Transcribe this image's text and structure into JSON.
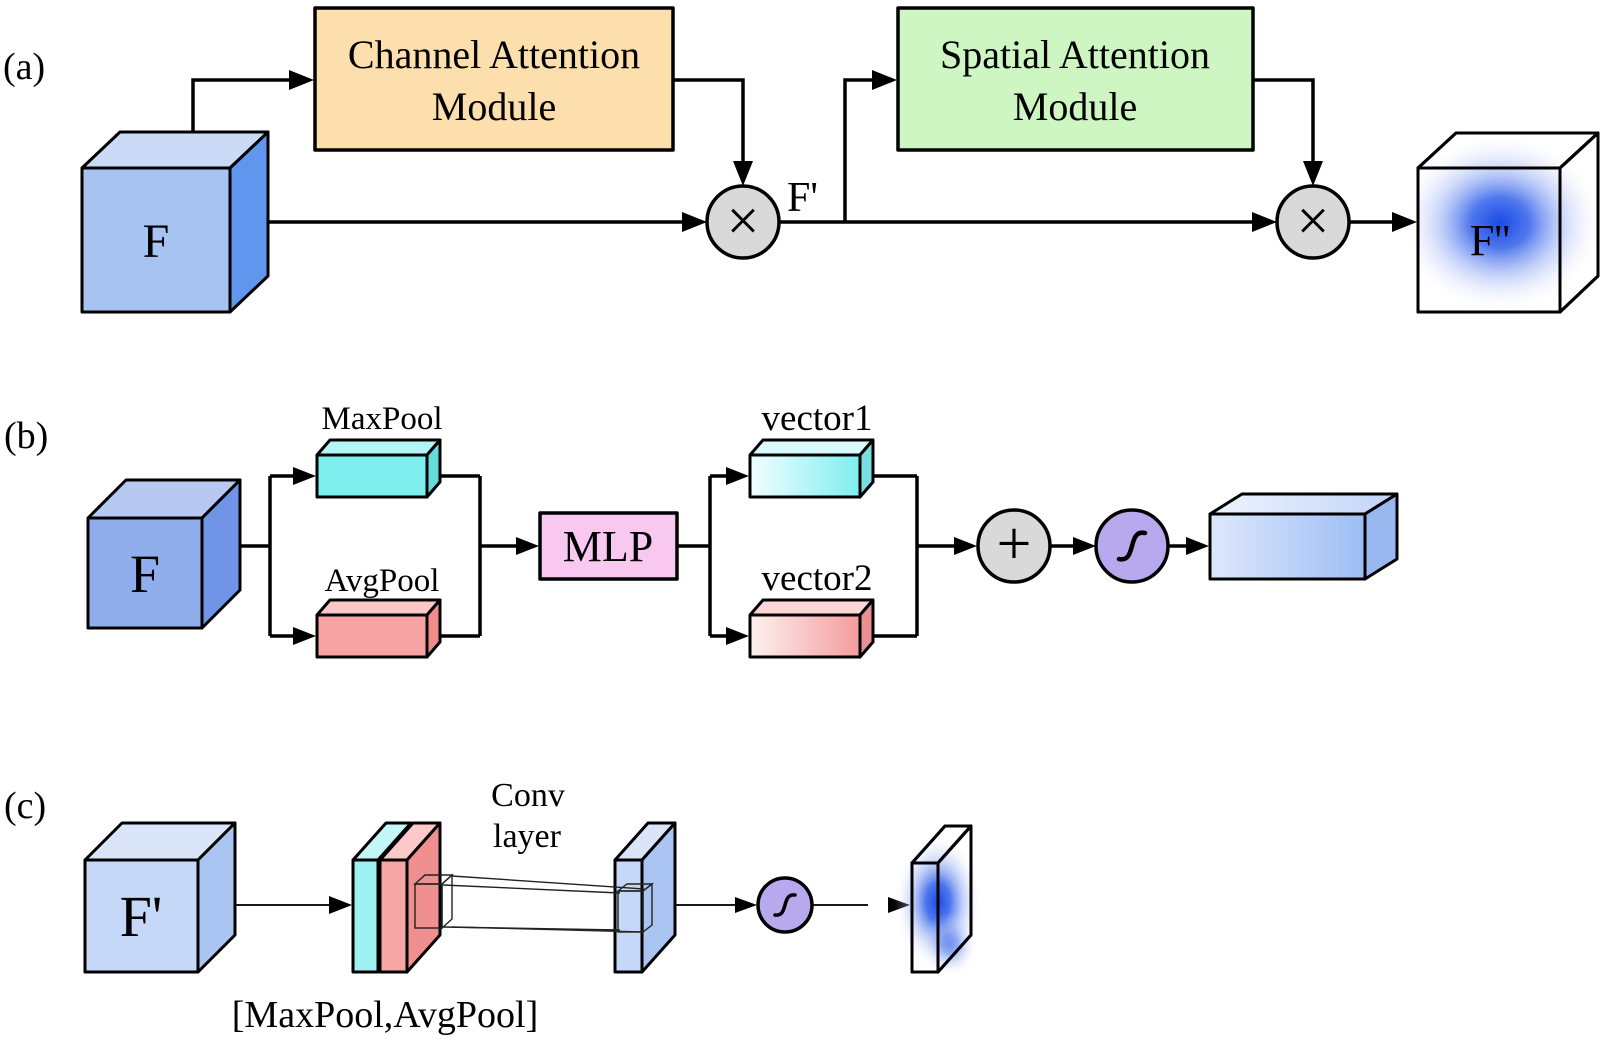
{
  "diagram": {
    "a": {
      "label": "(a)",
      "input": "F",
      "channel_attention_line1": "Channel Attention",
      "channel_attention_line2": "Module",
      "multiply": "×",
      "intermediate": "F'",
      "spatial_attention_line1": "Spatial Attention",
      "spatial_attention_line2": "Module",
      "output": "F''"
    },
    "b": {
      "label": "(b)",
      "input": "F",
      "maxpool": "MaxPool",
      "avgpool": "AvgPool",
      "mlp": "MLP",
      "vector1": "vector1",
      "vector2": "vector2",
      "add": "+"
    },
    "c": {
      "label": "(c)",
      "input": "F'",
      "conv_line1": "Conv",
      "conv_line2": "layer",
      "concat": "[MaxPool,AvgPool]"
    }
  },
  "icons": {
    "multiply": "×",
    "add": "+",
    "sigmoid": "s-curve"
  },
  "colors": {
    "cube_a_front": "#a6c3f2",
    "cube_a_top": "#cbdaf7",
    "cube_a_side": "#6096ee",
    "cube_b_front": "#91aeec",
    "cube_b_top": "#b7c9f3",
    "cube_b_side": "#7195e6",
    "cube_c_front": "#c6d8f7",
    "cube_c_top": "#dae5fa",
    "cube_c_side": "#abc5f3",
    "channel_module_fill": "#fcdfad",
    "spatial_module_fill": "#cdf6c2",
    "mlp_fill": "#f8c8f1",
    "operator_circle_fill": "#d9d9d9",
    "sigmoid_circle_fill": "#b8a9ee",
    "maxpool_fill": "#7feeee",
    "avgpool_fill": "#f8a3a3",
    "attention_blob_blue": "#1a49e8",
    "outline": "#000000"
  }
}
